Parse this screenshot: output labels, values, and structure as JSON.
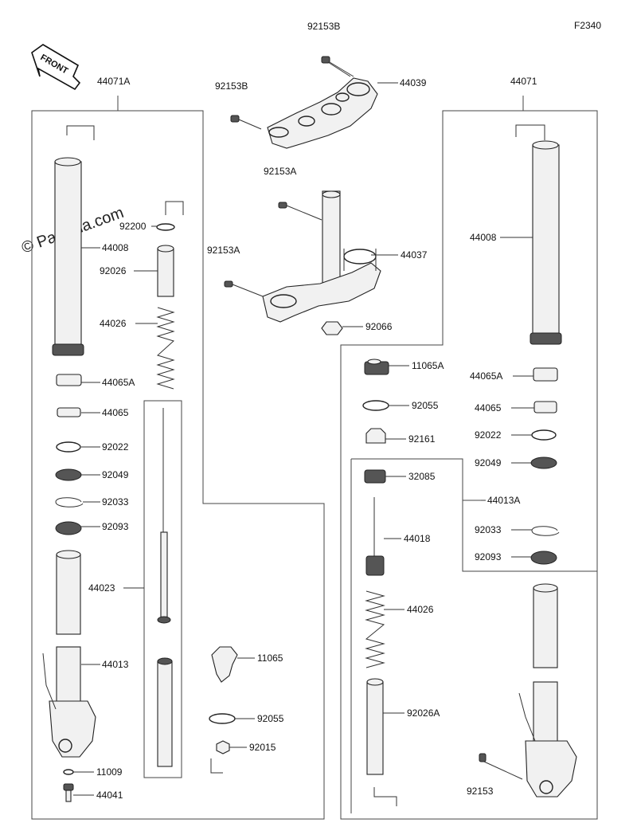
{
  "figure_code": "F2340",
  "watermark": "© Partzilla.com",
  "front_label": "FRONT",
  "labels": {
    "l_92153B_top": "92153B",
    "l_44039": "44039",
    "l_92153B_left": "92153B",
    "l_44071A": "44071A",
    "l_44071": "44071",
    "l_92153A_top": "92153A",
    "l_92153A_left": "92153A",
    "l_44037": "44037",
    "l_92066": "92066",
    "l_92200": "92200",
    "l_44008_left": "44008",
    "l_92026": "92026",
    "l_44026_left": "44026",
    "l_44065A_left": "44065A",
    "l_44065_left": "44065",
    "l_92022_left": "92022",
    "l_92049_left": "92049",
    "l_92033_left": "92033",
    "l_92093_left": "92093",
    "l_44023": "44023",
    "l_44013": "44013",
    "l_11065": "11065",
    "l_92055_left": "92055",
    "l_92015": "92015",
    "l_11009": "11009",
    "l_44041": "44041",
    "l_44008_right": "44008",
    "l_11065A": "11065A",
    "l_44065A_right": "44065A",
    "l_92055_right": "92055",
    "l_44065_right": "44065",
    "l_92161": "92161",
    "l_92022_right": "92022",
    "l_92049_right": "92049",
    "l_32085": "32085",
    "l_44013A": "44013A",
    "l_44018": "44018",
    "l_92033_right": "92033",
    "l_92093_right": "92093",
    "l_44026_right": "44026",
    "l_92026A": "92026A",
    "l_92153": "92153"
  }
}
